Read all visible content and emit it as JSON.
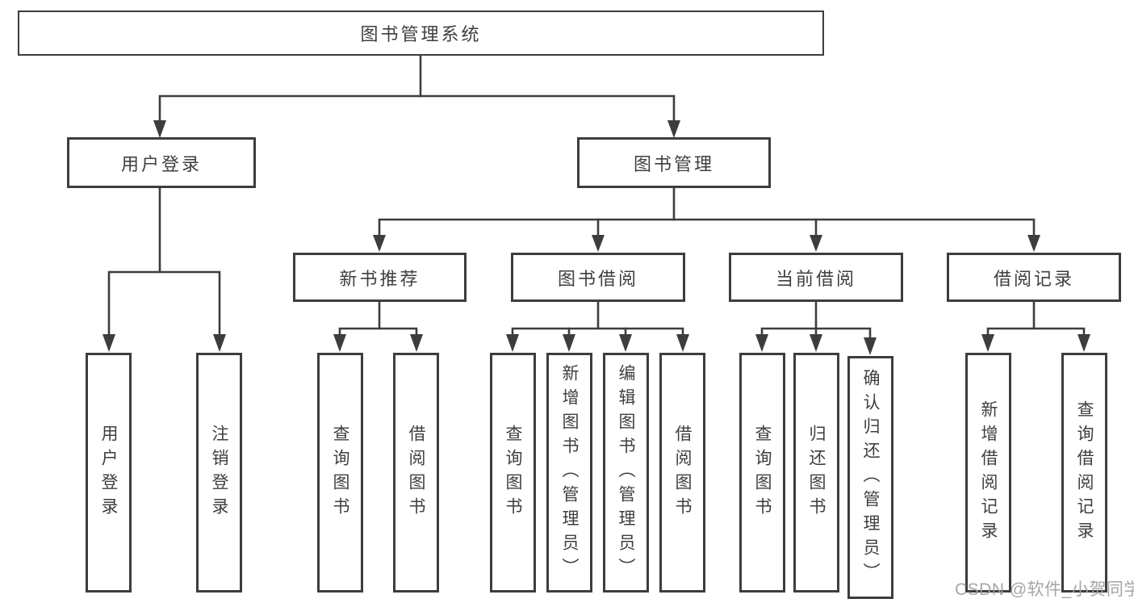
{
  "colors": {
    "line": "#3d3d3d",
    "box_border": "#3d3d3d",
    "text": "#3f3f3f",
    "background": "#ffffff",
    "watermark": "#9e9e9e"
  },
  "watermark": "CSDN @软件_小贺同学",
  "tree": {
    "label": "图书管理系统",
    "children": [
      {
        "label": "用户登录",
        "children": [
          {
            "label": "用户登录"
          },
          {
            "label": "注销登录"
          }
        ]
      },
      {
        "label": "图书管理",
        "children": [
          {
            "label": "新书推荐",
            "children": [
              {
                "label": "查询图书"
              },
              {
                "label": "借阅图书"
              }
            ]
          },
          {
            "label": "图书借阅",
            "children": [
              {
                "label": "查询图书"
              },
              {
                "label": "新增图书（管理员）"
              },
              {
                "label": "编辑图书（管理员）"
              },
              {
                "label": "借阅图书"
              }
            ]
          },
          {
            "label": "当前借阅",
            "children": [
              {
                "label": "查询图书"
              },
              {
                "label": "归还图书"
              },
              {
                "label": "确认归还（管理员）"
              }
            ]
          },
          {
            "label": "借阅记录",
            "children": [
              {
                "label": "新增借阅记录"
              },
              {
                "label": "查询借阅记录"
              }
            ]
          }
        ]
      }
    ]
  }
}
